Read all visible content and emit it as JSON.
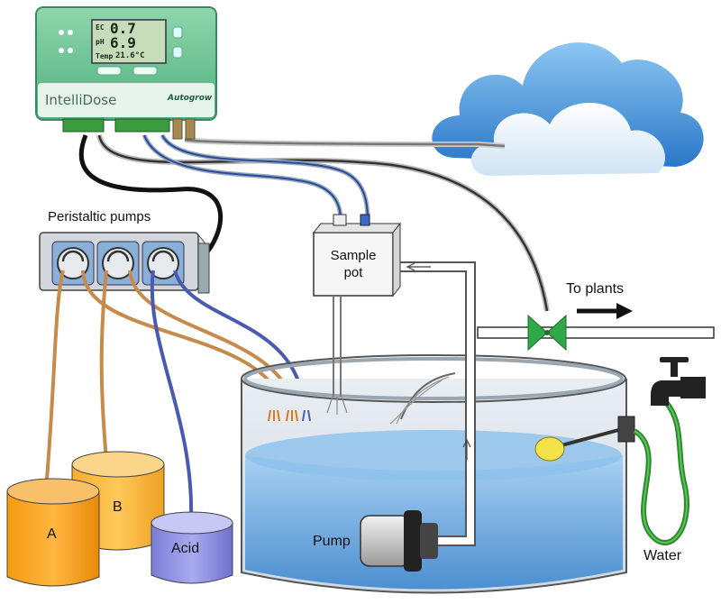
{
  "controller": {
    "brand": "IntelliDose",
    "maker": "Autogrow",
    "lcd_ec": "0.7",
    "lcd_ph": "6.9",
    "lcd_temp": "21.6°C",
    "lcd_ec_label": "EC",
    "lcd_ph_label": "pH",
    "lcd_temp_label": "Temp"
  },
  "labels": {
    "peristaltic_pumps": "Peristaltic pumps",
    "sample_pot_line1": "Sample",
    "sample_pot_line2": "pot",
    "to_plants": "To plants",
    "pump": "Pump",
    "water": "Water",
    "container_a": "A",
    "container_b": "B",
    "container_acid": "Acid"
  },
  "colors": {
    "controller_body": "#6fc79a",
    "cloud": "#3d8fd8",
    "tank_water": "#7fb6e6",
    "container_a": "#f7a21b",
    "container_b": "#f7b63c",
    "container_acid": "#8f90e0",
    "valve": "#2fa84a",
    "hose": "#3aa832",
    "tube_orange": "#c68a4a",
    "tube_blue": "#4a5ab0"
  }
}
